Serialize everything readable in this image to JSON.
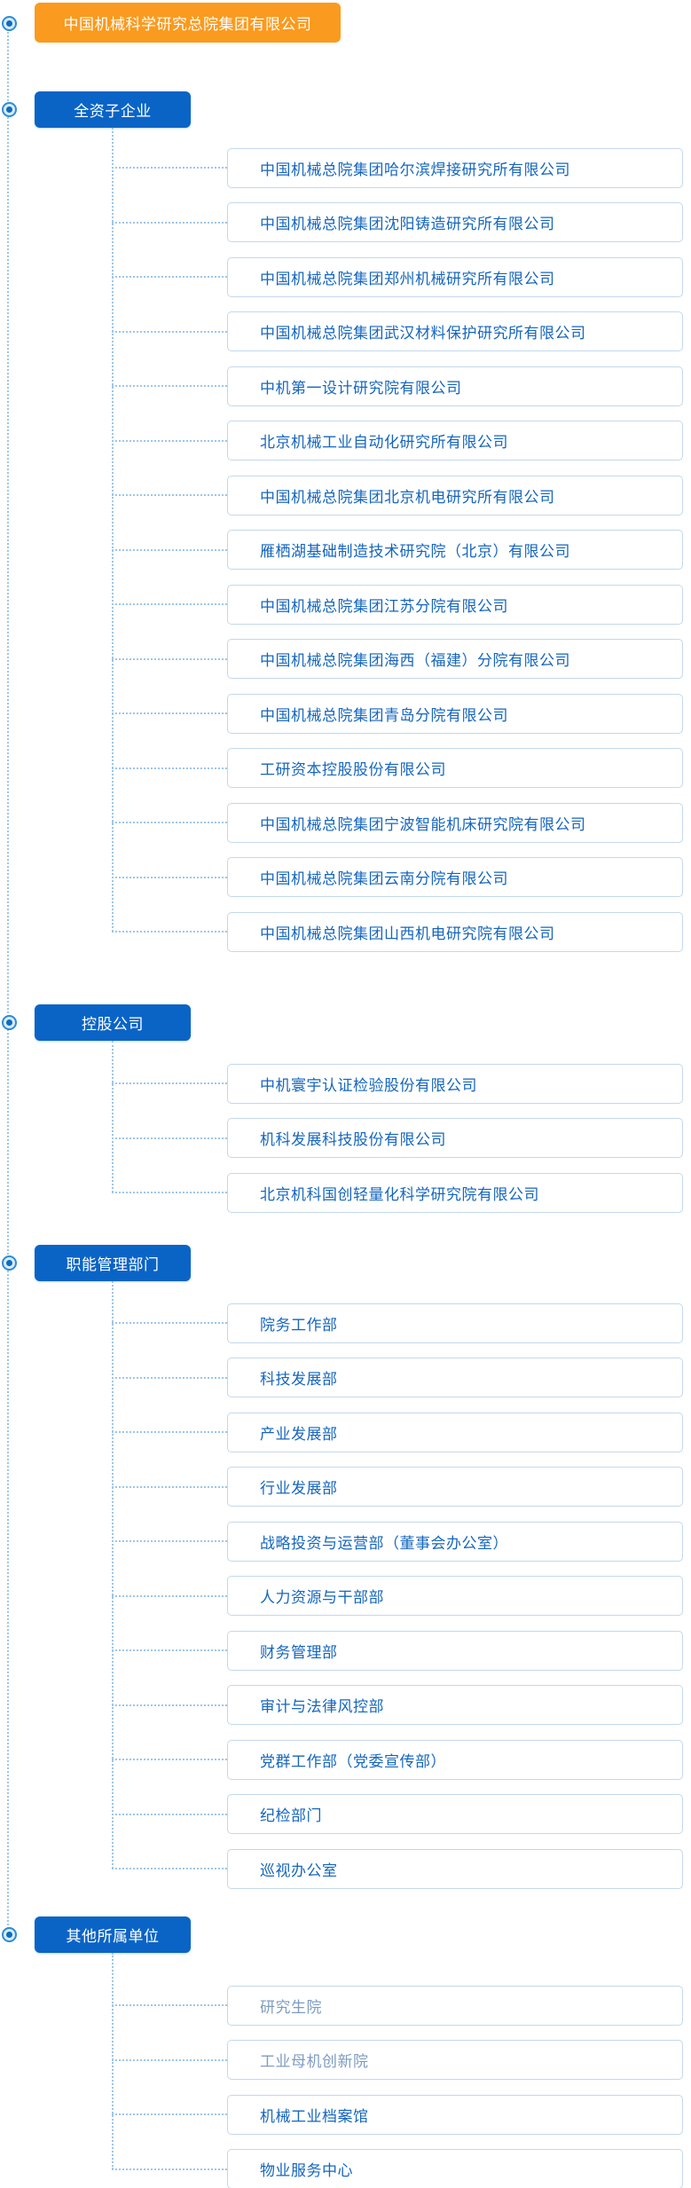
{
  "theme": {
    "accent_orange": "#FA9A1E",
    "accent_blue": "#0A64C6",
    "item_text": "#1566BE",
    "item_text_muted": "#7D9CC0",
    "item_border": "#C3D8EC",
    "dotted_line": "#9EC6E8",
    "ring": "#2E8CD6",
    "ring_fill": "#D8EBFA",
    "ring_dot": "#0D6CC0"
  },
  "icons": {
    "node_bullet": "target-dot-icon"
  },
  "root": {
    "label": "中国机械科学研究总院集团有限公司"
  },
  "sections": [
    {
      "label": "全资子企业",
      "items": [
        {
          "label": "中国机械总院集团哈尔滨焊接研究所有限公司"
        },
        {
          "label": "中国机械总院集团沈阳铸造研究所有限公司"
        },
        {
          "label": "中国机械总院集团郑州机械研究所有限公司"
        },
        {
          "label": "中国机械总院集团武汉材料保护研究所有限公司"
        },
        {
          "label": "中机第一设计研究院有限公司"
        },
        {
          "label": "北京机械工业自动化研究所有限公司"
        },
        {
          "label": "中国机械总院集团北京机电研究所有限公司"
        },
        {
          "label": "雁栖湖基础制造技术研究院（北京）有限公司"
        },
        {
          "label": "中国机械总院集团江苏分院有限公司"
        },
        {
          "label": "中国机械总院集团海西（福建）分院有限公司"
        },
        {
          "label": "中国机械总院集团青岛分院有限公司"
        },
        {
          "label": "工研资本控股股份有限公司"
        },
        {
          "label": "中国机械总院集团宁波智能机床研究院有限公司"
        },
        {
          "label": "中国机械总院集团云南分院有限公司"
        },
        {
          "label": "中国机械总院集团山西机电研究院有限公司"
        }
      ]
    },
    {
      "label": "控股公司",
      "items": [
        {
          "label": "中机寰宇认证检验股份有限公司"
        },
        {
          "label": "机科发展科技股份有限公司"
        },
        {
          "label": "北京机科国创轻量化科学研究院有限公司"
        }
      ]
    },
    {
      "label": "职能管理部门",
      "items": [
        {
          "label": "院务工作部"
        },
        {
          "label": "科技发展部"
        },
        {
          "label": "产业发展部"
        },
        {
          "label": "行业发展部"
        },
        {
          "label": "战略投资与运营部（董事会办公室）"
        },
        {
          "label": "人力资源与干部部"
        },
        {
          "label": "财务管理部"
        },
        {
          "label": "审计与法律风控部"
        },
        {
          "label": "党群工作部（党委宣传部）"
        },
        {
          "label": "纪检部门"
        },
        {
          "label": "巡视办公室"
        }
      ]
    },
    {
      "label": "其他所属单位",
      "items": [
        {
          "label": "研究生院",
          "muted": true
        },
        {
          "label": "工业母机创新院",
          "muted": true
        },
        {
          "label": "机械工业档案馆"
        },
        {
          "label": "物业服务中心"
        }
      ]
    }
  ]
}
